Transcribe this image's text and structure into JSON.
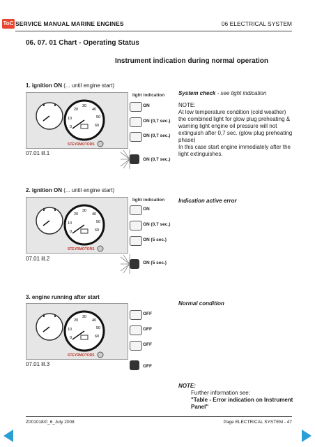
{
  "header": {
    "toc_label": "ToC",
    "manual_title": "SERVICE MANUAL MARINE ENGINES",
    "section": "06  ELECTRICAL SYSTEM"
  },
  "page_title": "06. 07. 01 Chart - Operating Status",
  "subtitle": "Instrument indication during normal operation",
  "lamp_header": "light indication",
  "gauge_numbers": [
    "10",
    "20",
    "30",
    "40",
    "50",
    "60",
    "0"
  ],
  "brand": "STEYRMOTORS",
  "steps": [
    {
      "title": "1. ignition ON",
      "title_extra": " (... until engine start)",
      "illustration": "07.01 ill.1",
      "lamps": [
        "ON",
        "ON (0,7 sec.)",
        "ON (0,7 sec.)",
        "ON (0,7 sec.)"
      ],
      "note_title": "System check",
      "note_title_extra": " - see light indication",
      "note_label": "NOTE:",
      "note_lines": [
        "At low temperature condition (cold weather)",
        "the combined light for glow plug preheating &",
        "warning light engine oil pressure will not",
        "extinguish after 0,7 sec. (glow plug preheating",
        "phase)",
        "In this case start engine immediately after the",
        "light extinguishes."
      ]
    },
    {
      "title": "2. ignition ON",
      "title_extra": " (... until engine start)",
      "illustration": "07.01 ill.2",
      "lamps": [
        "ON",
        "ON (0,7 sec.)",
        "ON (5 sec.)",
        "ON (5 sec.)"
      ],
      "note_title": "Indication active error"
    },
    {
      "title": "3. engine running after start",
      "illustration": "07.01 ill.3",
      "lamps": [
        "OFF",
        "OFF",
        "OFF",
        "OFF"
      ],
      "note_title": "Normal condition"
    }
  ],
  "final_note": {
    "label": "NOTE:",
    "line1": "Further information see:",
    "line2": "\"Table - Error indication on Instrument",
    "line3": "Panel\""
  },
  "footer": {
    "left": "Z001018/0_6_July 2008",
    "right": "Page ELECTRICAL SYSTEM - 47"
  },
  "colors": {
    "toc_red": "#e8442e",
    "nav_blue": "#2a9fd6",
    "panel_grey": "#e6e6e6"
  }
}
